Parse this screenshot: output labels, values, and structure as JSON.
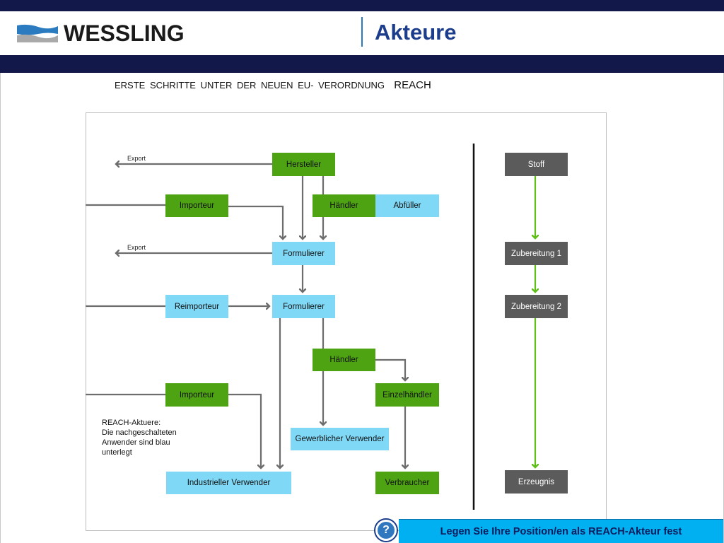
{
  "header": {
    "logo_text": "WESSLING",
    "title": "Akteure"
  },
  "subtitle": {
    "main": "ERSTE SCHRITTE UNTER DER NEUEN EU- VERORDNUNG",
    "reach": "REACH"
  },
  "colors": {
    "navy": "#12184a",
    "green": "#4ea313",
    "blue": "#7fd8f6",
    "grey": "#5b5b5b",
    "cta": "#00b0f0",
    "title": "#1c3d8c"
  },
  "actors": {
    "hersteller": "Hersteller",
    "importeur_1": "Importeur",
    "haendler_1": "Händler",
    "abfueller": "Abfüller",
    "formulierer_1": "Formulierer",
    "reimporteur": "Reimporteur",
    "formulierer_2": "Formulierer",
    "haendler_2": "Händler",
    "importeur_2": "Importeur",
    "einzelhaendler": "Einzelhändler",
    "gewerblicher": "Gewerblicher Verwender",
    "industrieller": "Industrieller Verwender",
    "verbraucher": "Verbraucher"
  },
  "export_labels": [
    "Export",
    "Export"
  ],
  "substance_chain": {
    "stoff": "Stoff",
    "zubereitung_1": "Zubereitung 1",
    "zubereitung_2": "Zubereitung 2",
    "erzeugnis": "Erzeugnis"
  },
  "note": {
    "line1": "REACH-Aktuere:",
    "line2": "Die nachgeschalteten",
    "line3": "Anwender sind blau",
    "line4": "unterlegt"
  },
  "cta": {
    "help_icon": "question-mark-icon",
    "help_glyph": "?",
    "label": "Legen Sie Ihre Position/en als REACH-Akteur fest"
  }
}
